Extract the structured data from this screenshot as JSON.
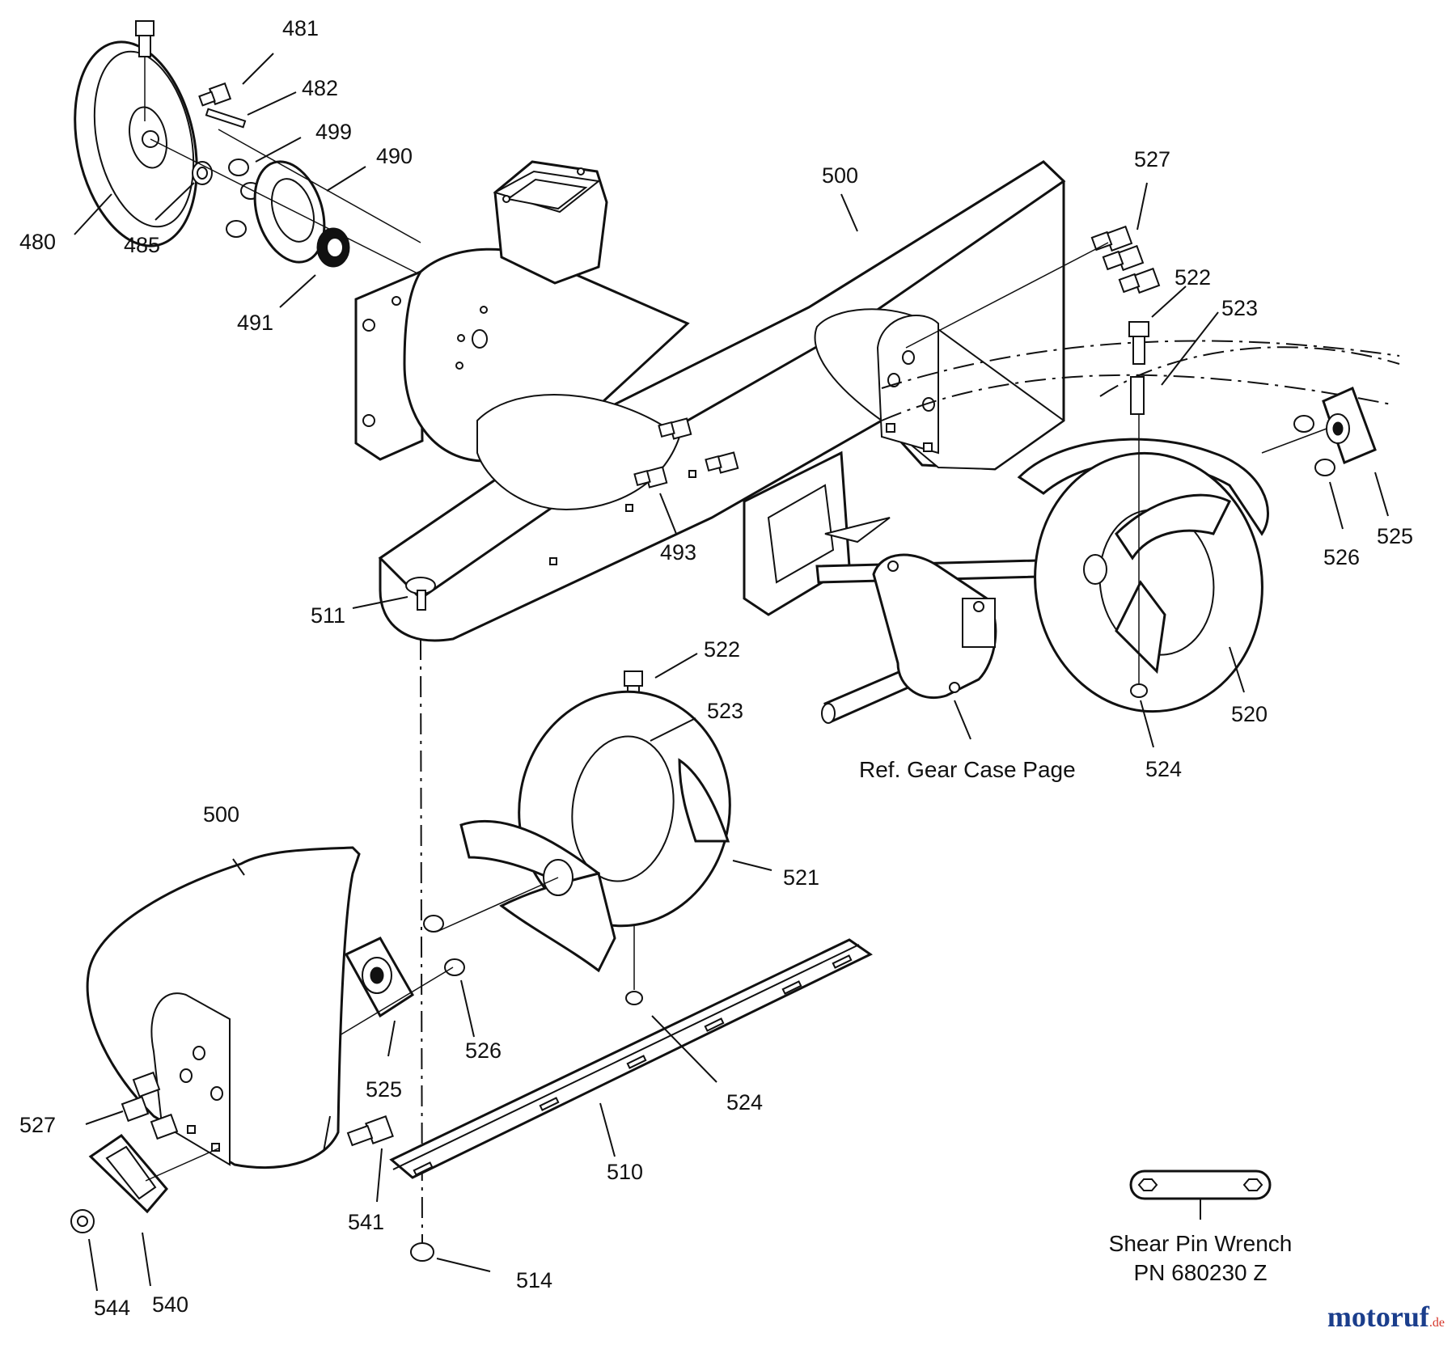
{
  "callouts": {
    "c481": "481",
    "c482": "482",
    "c499": "499",
    "c490": "490",
    "c480": "480",
    "c485": "485",
    "c491": "491",
    "c500a": "500",
    "c527a": "527",
    "c522a": "522",
    "c523a": "523",
    "c493": "493",
    "c511": "511",
    "c526a": "526",
    "c525a": "525",
    "c520": "520",
    "c524a": "524",
    "c522b": "522",
    "c523b": "523",
    "c521": "521",
    "c500b": "500",
    "c525b": "525",
    "c526b": "526",
    "c524b": "524",
    "c527b": "527",
    "c541": "541",
    "c510": "510",
    "c514": "514",
    "c544": "544",
    "c540": "540"
  },
  "notes": {
    "gear_case_ref": "Ref. Gear Case Page",
    "wrench_line1": "Shear Pin Wrench",
    "wrench_line2": "PN 680230 Z"
  },
  "watermark": {
    "name": "motoruf",
    "tld": ".de",
    "colors": [
      "#1b3e8c",
      "#d6372c"
    ]
  }
}
